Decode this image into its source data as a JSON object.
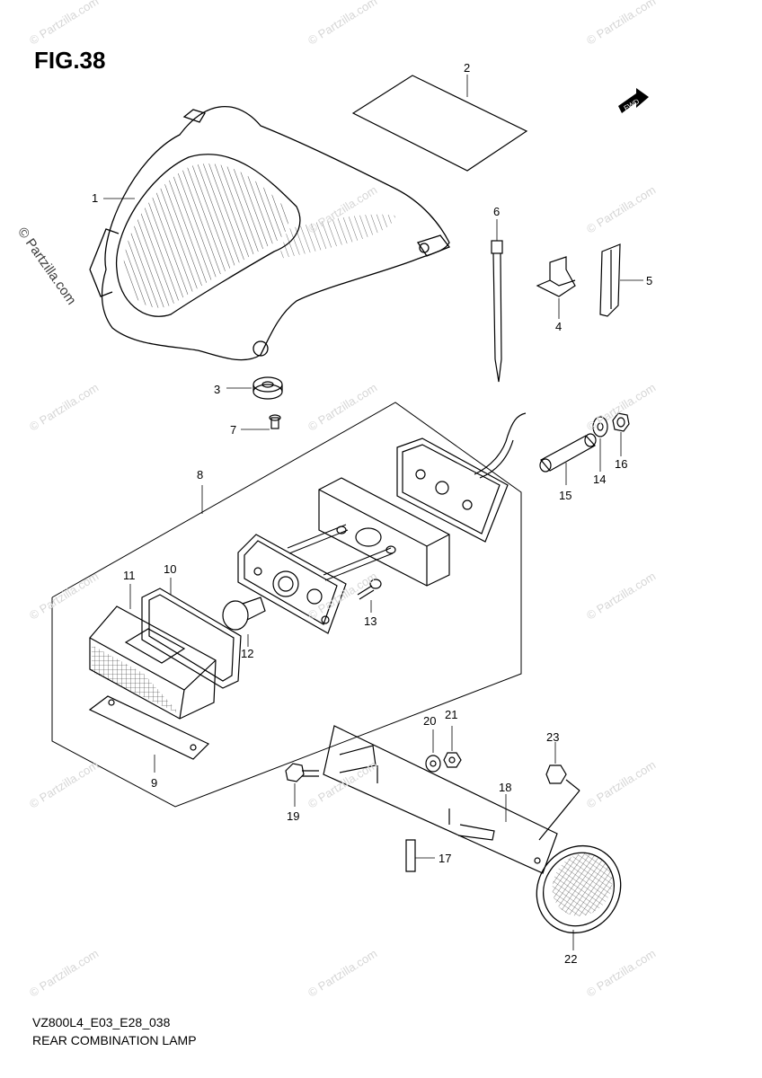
{
  "figure": {
    "title": "FIG.38",
    "code": "VZ800L4_E03_E28_038",
    "name": "REAR COMBINATION LAMP",
    "direction_badge": "FWD"
  },
  "watermark": "© Partzilla.com",
  "callouts": [
    "1",
    "2",
    "3",
    "4",
    "5",
    "6",
    "7",
    "8",
    "9",
    "10",
    "11",
    "12",
    "13",
    "14",
    "15",
    "16",
    "17",
    "18",
    "19",
    "20",
    "21",
    "22",
    "23"
  ]
}
